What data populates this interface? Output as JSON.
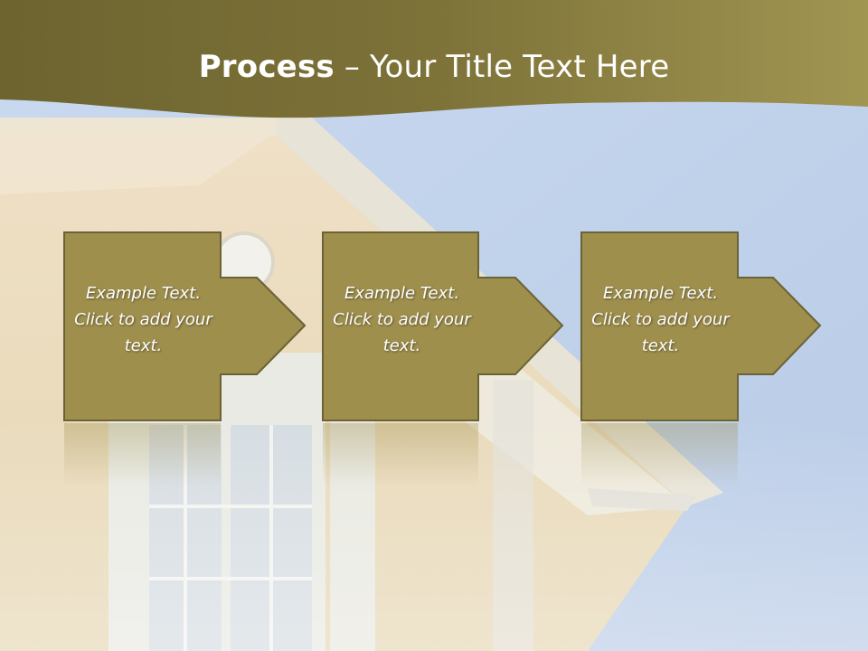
{
  "title": {
    "bold": "Process",
    "rest": " – Your Title Text Here"
  },
  "colors": {
    "header": "#857a44",
    "box": "#9f8f4d",
    "box_border": "#6b6336",
    "sky": "#c7d8ef"
  },
  "steps": [
    {
      "text": "Example Text. Click  to add your text."
    },
    {
      "text": "Example Text. Click  to add your text."
    },
    {
      "text": "Example Text. Click  to add your text."
    }
  ]
}
